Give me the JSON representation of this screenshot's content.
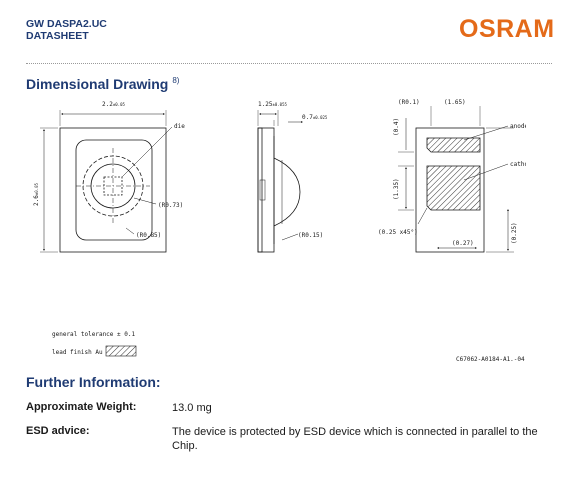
{
  "header": {
    "product": "GW DASPA2.UC",
    "doc_type": "DATASHEET",
    "brand": "OSRAM"
  },
  "dimensional": {
    "title": "Dimensional Drawing",
    "footnote": "8)",
    "labels": {
      "width": "2.2",
      "width_tol": "±0.05",
      "height": "2.6",
      "height_tol": "±0.05",
      "die": "die",
      "r073": "(R0.73)",
      "r085": "(R0.85)",
      "thick": "1.25",
      "thick_tol": "±0.055",
      "lens": "0.7",
      "lens_tol": "±0.025",
      "r015": "(R0.15)",
      "r01": "(R0.1)",
      "d165": "(1.65)",
      "d04": "(0.4)",
      "anode": "anode",
      "cathode": "cathode",
      "d135": "(1.35)",
      "chamfer": "(0.25 x45°)",
      "d027": "(0.27)",
      "d025": "(0.25)"
    },
    "general_tolerance": "general tolerance ± 0.1",
    "lead_finish": "lead finish Au",
    "drawing_code": "C67062-A0184-A1.-04"
  },
  "further": {
    "title": "Further Information:",
    "rows": [
      {
        "label": "Approximate Weight:",
        "value": "13.0 mg"
      },
      {
        "label": "ESD advice:",
        "value": "The device is protected by ESD device which is connected in parallel to the Chip."
      }
    ]
  }
}
